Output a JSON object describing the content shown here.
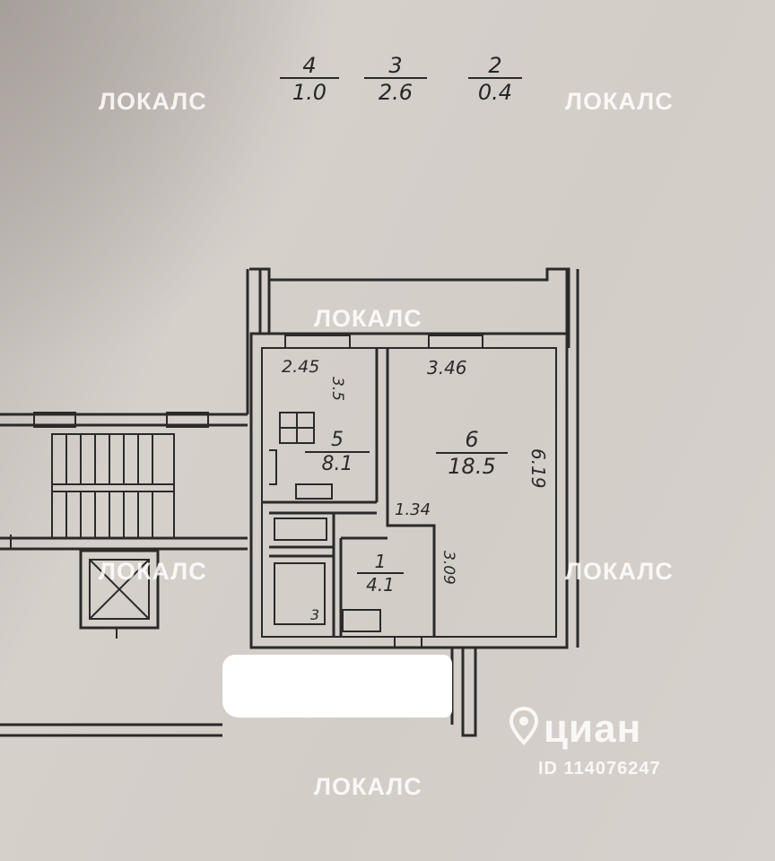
{
  "watermark_text": "ЛОКАЛС",
  "ratios": [
    {
      "num": "4",
      "den": "1.0"
    },
    {
      "num": "3",
      "den": "2.6"
    },
    {
      "num": "2",
      "den": "0.4"
    }
  ],
  "dimensions": {
    "kitchen_width": "2.45",
    "kitchen_depth": "3.5",
    "room_width": "3.46",
    "room_depth": "6.19",
    "hall_width": "1.34",
    "hall_depth": "3.09"
  },
  "rooms": {
    "kitchen": {
      "num": "5",
      "area": "8.1"
    },
    "living": {
      "num": "6",
      "area": "18.5"
    },
    "hall": {
      "num": "1",
      "area": "4.1"
    },
    "bath": {
      "num": "3"
    }
  },
  "listing": {
    "brand": "циан",
    "id": "ID 114076247"
  },
  "colors": {
    "ink": "#2a2a2a",
    "paper": "#d3cdc8",
    "watermark": "#ffffff"
  }
}
